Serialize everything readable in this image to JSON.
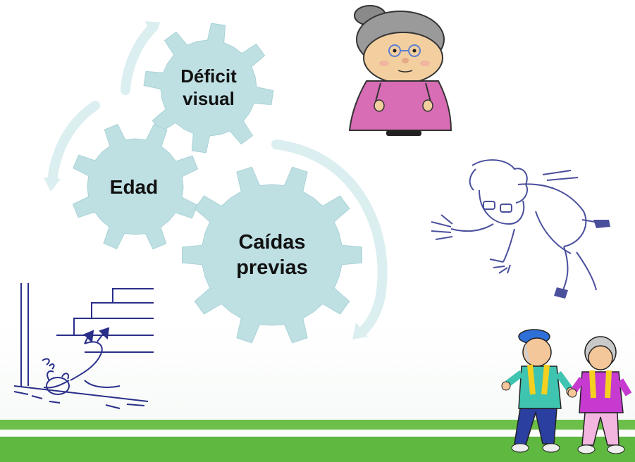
{
  "diagram": {
    "gears": [
      {
        "id": "deficit",
        "lines": [
          "Déficit",
          "visual"
        ]
      },
      {
        "id": "edad",
        "lines": [
          "Edad"
        ]
      },
      {
        "id": "caidas",
        "lines": [
          "Caídas",
          "previas"
        ]
      }
    ]
  },
  "colors": {
    "gear_fill": "#bfe0e3",
    "arrow": "#d6ecee",
    "ground_green": "#6cc04a"
  },
  "illustrations": [
    "grandmother-cartoon",
    "stumbling-elderly-woman-sketch",
    "man-fallen-on-stairs-sketch",
    "elderly-couple-walking-cartoon"
  ]
}
